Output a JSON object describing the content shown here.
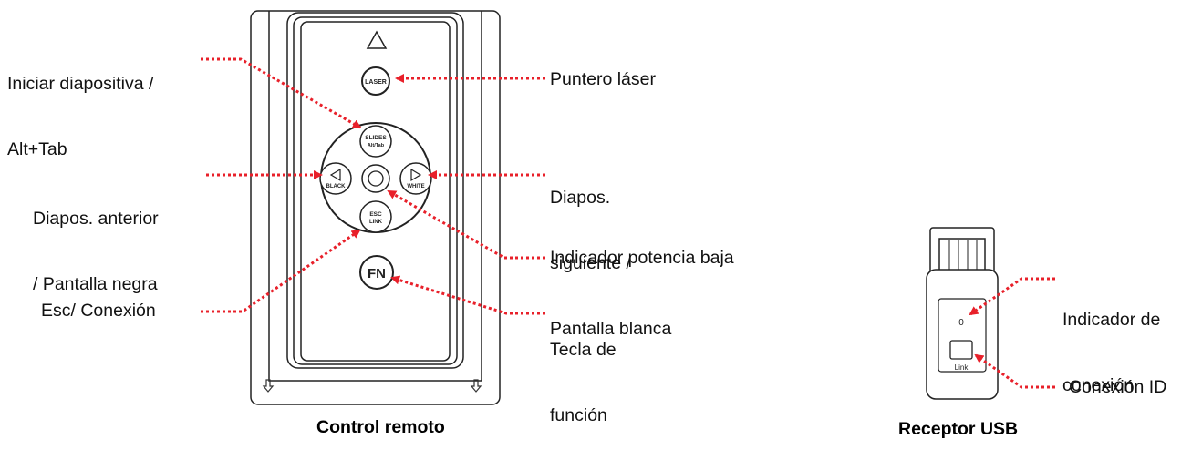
{
  "remote": {
    "caption": "Control remoto",
    "buttons": {
      "laser": "LASER",
      "slides_line1": "SLIDES",
      "slides_line2": "Alt/Tab",
      "black": "BLACK",
      "white": "WHITE",
      "esc_line1": "ESC",
      "esc_line2": "LINK",
      "fn": "FN"
    },
    "labels": {
      "start_slides_line1": "Iniciar diapositiva /",
      "start_slides_line2": "Alt+Tab",
      "laser_pointer": "Puntero láser",
      "prev_line1": "Diapos. anterior",
      "prev_line2": "/ Pantalla negra",
      "next_line1": "Diapos.",
      "next_line2": "siguiente /",
      "next_line3": "Pantalla blanca",
      "low_power": "Indicador potencia baja",
      "esc_connection": "Esc/ Conexión",
      "fn_line1": "Tecla de",
      "fn_line2": "función"
    }
  },
  "receiver": {
    "caption": "Receptor USB",
    "indicator_digit": "0",
    "link_button": "Link",
    "labels": {
      "conn_indicator_line1": "Indicador de",
      "conn_indicator_line2": "conexión",
      "conn_id": "Conexión ID"
    }
  },
  "colors": {
    "arrow": "#e8202a",
    "outline": "#222222"
  }
}
